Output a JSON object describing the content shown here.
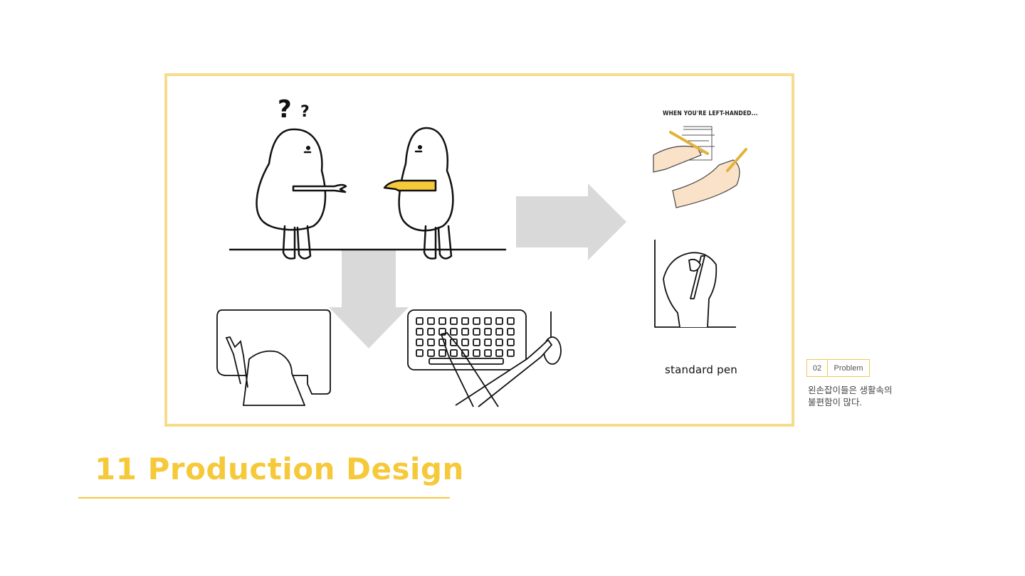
{
  "slide": {
    "title": "11 Production Design",
    "problem_tag": {
      "number": "02",
      "label": "Problem"
    },
    "description_lines": [
      "왼손잡이들은 생활속의",
      "불편함이 많다."
    ],
    "illustration": {
      "left_handed_title": "WHEN YOU'RE LEFT-HANDED...",
      "pen_caption": "standard pen"
    }
  },
  "colors": {
    "accent": "#F5C93A",
    "frame": "#F7DC8C",
    "arrow": "#D9D9D9",
    "line": "#111111"
  }
}
